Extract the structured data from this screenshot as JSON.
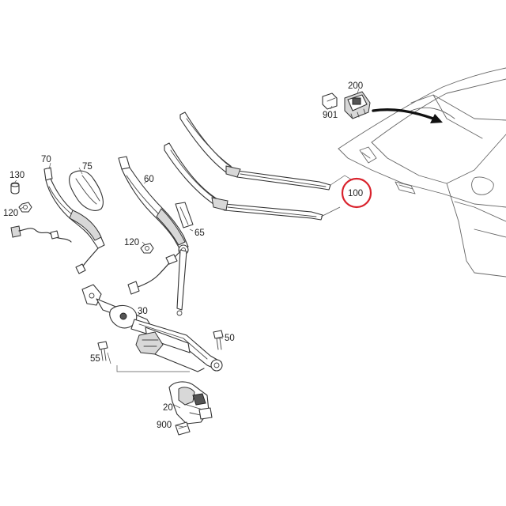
{
  "diagram": {
    "highlight_color": "#d9232d",
    "callouts": [
      {
        "key": "p200",
        "text": "200"
      },
      {
        "key": "p901",
        "text": "901"
      },
      {
        "key": "p70",
        "text": "70"
      },
      {
        "key": "p75",
        "text": "75"
      },
      {
        "key": "p130",
        "text": "130"
      },
      {
        "key": "p120a",
        "text": "120"
      },
      {
        "key": "p60",
        "text": "60"
      },
      {
        "key": "p65",
        "text": "65"
      },
      {
        "key": "p120b",
        "text": "120"
      },
      {
        "key": "p100",
        "text": "100"
      },
      {
        "key": "p30",
        "text": "30"
      },
      {
        "key": "p50",
        "text": "50"
      },
      {
        "key": "p55",
        "text": "55"
      },
      {
        "key": "p20",
        "text": "20"
      },
      {
        "key": "p900",
        "text": "900"
      }
    ],
    "highlighted_part": "100"
  }
}
